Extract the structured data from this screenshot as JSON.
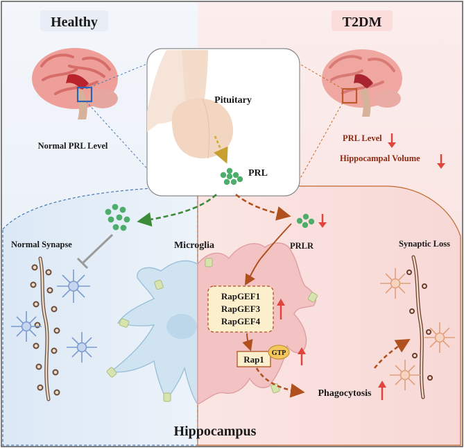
{
  "header": {
    "healthy": "Healthy",
    "t2dm": "T2DM"
  },
  "pituitary": {
    "label": "Pituitary",
    "hormone": "PRL"
  },
  "healthy_side": {
    "prl_level": "Normal PRL Level",
    "synapse": "Normal Synapse"
  },
  "t2dm_side": {
    "prl_level": "PRL Level",
    "hippocampal_volume": "Hippocampal Volume",
    "synaptic_loss": "Synaptic Loss"
  },
  "microglia": {
    "label": "Microglia",
    "receptor": "PRLR",
    "gef_1": "RapGEF1",
    "gef_3": "RapGEF3",
    "gef_4": "RapGEF4",
    "rap1": "Rap1",
    "gtp": "GTP",
    "phagocytosis": "Phagocytosis"
  },
  "region": {
    "label": "Hippocampus"
  },
  "colors": {
    "healthy_bg": "#e8f0f8",
    "t2dm_bg": "#fbe4e4",
    "brain": "#e88f8a",
    "up_arrow": "#e0443c",
    "green_dot": "#4cae6a",
    "brown_arrow": "#b0501e",
    "healthy_text": "#1a1a1a",
    "t2dm_text": "#8b2a12"
  }
}
